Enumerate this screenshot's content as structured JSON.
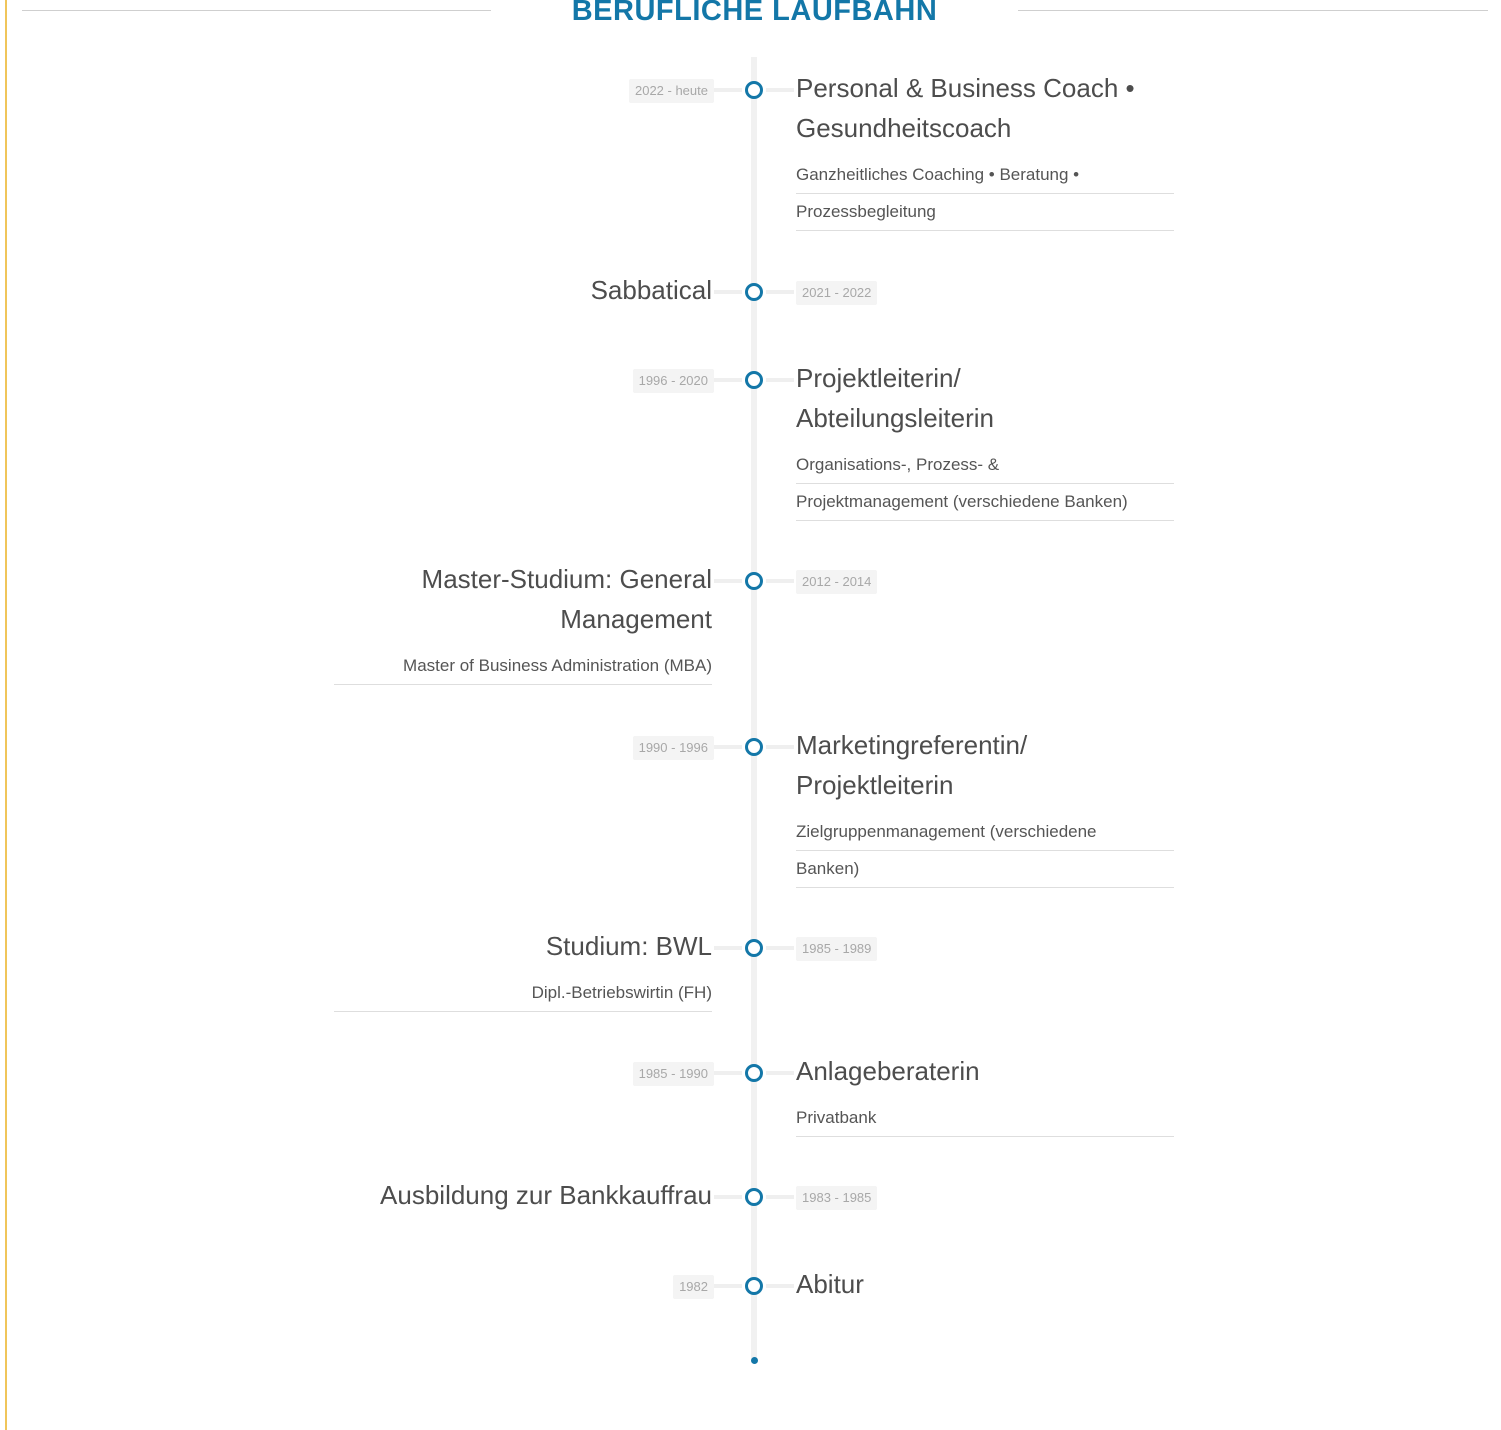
{
  "theme": {
    "accent": "#1377a8",
    "sidebar_accent": "#f0c55a"
  },
  "section": {
    "title": "BERUFLICHE LAUFBAHN"
  },
  "timeline": [
    {
      "date": "2022 - heute",
      "title": [
        "Personal & Business Coach •",
        "Gesundheitscoach"
      ],
      "description": [
        "Ganzheitliches Coaching • Beratung •",
        "Prozessbegleitung"
      ]
    },
    {
      "date": "2021 - 2022",
      "title": [
        "Sabbatical"
      ],
      "description": []
    },
    {
      "date": "1996 - 2020",
      "title": [
        "Projektleiterin/",
        "Abteilungsleiterin"
      ],
      "description": [
        "Organisations-, Prozess- &",
        "Projektmanagement (verschiedene Banken)"
      ]
    },
    {
      "date": "2012 - 2014",
      "title": [
        "Master-Studium: General",
        "Management"
      ],
      "description": [
        "Master of Business Administration (MBA)"
      ]
    },
    {
      "date": "1990 - 1996",
      "title": [
        "Marketingreferentin/",
        "Projektleiterin"
      ],
      "description": [
        "Zielgruppenmanagement (verschiedene",
        "Banken)"
      ]
    },
    {
      "date": "1985 - 1989",
      "title": [
        "Studium: BWL"
      ],
      "description": [
        "Dipl.-Betriebswirtin (FH)"
      ]
    },
    {
      "date": "1985 - 1990",
      "title": [
        "Anlageberaterin"
      ],
      "description": [
        "Privatbank"
      ]
    },
    {
      "date": "1983 - 1985",
      "title": [
        "Ausbildung zur Bankkauffrau"
      ],
      "description": []
    },
    {
      "date": "1982",
      "title": [
        "Abitur"
      ],
      "description": []
    }
  ]
}
